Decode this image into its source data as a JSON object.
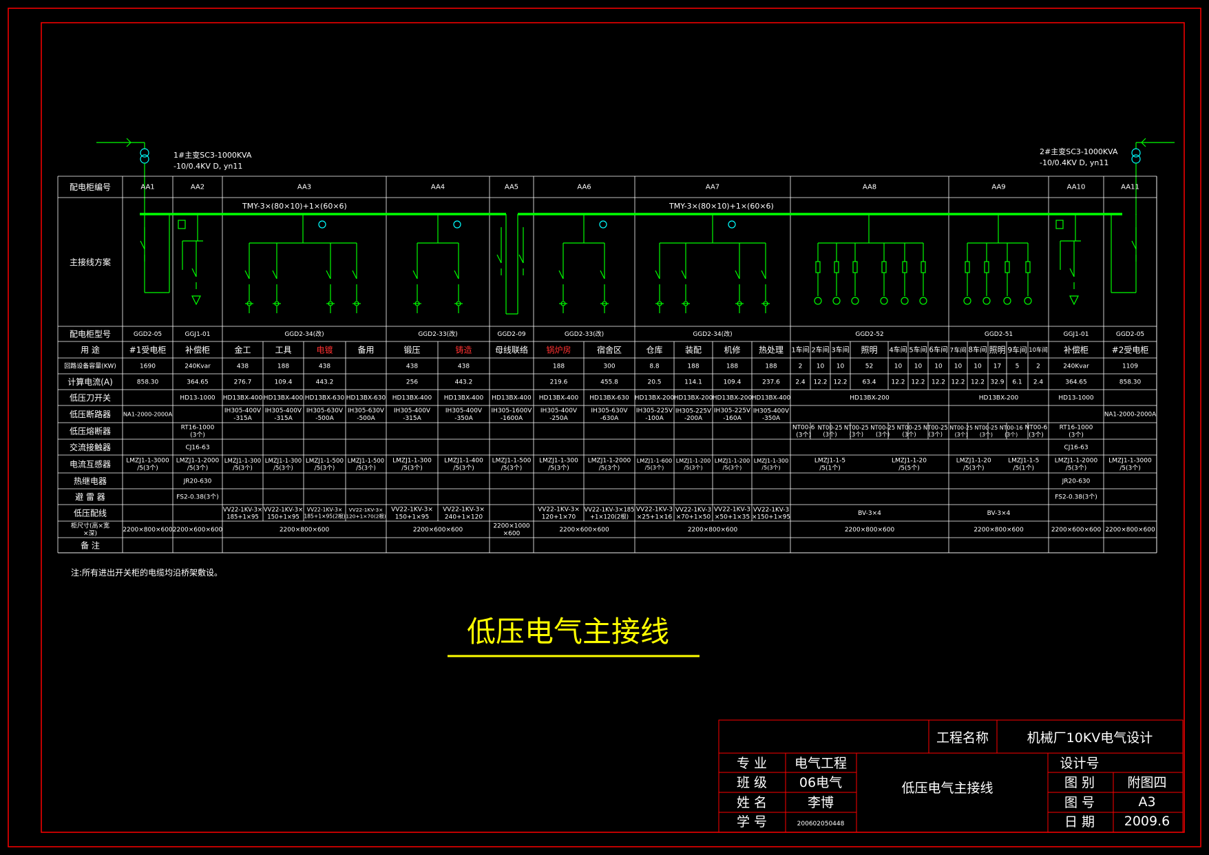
{
  "transformer_left": {
    "line1": "1#主变SC3-1000KVA",
    "line2": "-10/0.4KV D, yn11"
  },
  "transformer_right": {
    "line1": "2#主变SC3-1000KVA",
    "line2": "-10/0.4KV D, yn11"
  },
  "busbar_labels": [
    "TMY-3×(80×10)+1×(60×6)",
    "TMY-3×(80×10)+1×(60×6)"
  ],
  "table": {
    "columns": [
      {
        "id": "AA1",
        "model": "GGD2-05",
        "use": "#1受电柜",
        "use_color": "#ffffff"
      },
      {
        "id": "AA2",
        "model": "GGJ1-01",
        "use": "补偿柜",
        "use_color": "#ffffff"
      },
      {
        "id": "AA3",
        "model": "GGD2-34(改)",
        "uses": [
          "金工",
          "工具",
          "电镀",
          "备用"
        ],
        "use_colors": [
          "#ffffff",
          "#ffffff",
          "#ff3030",
          "#ffffff"
        ]
      },
      {
        "id": "AA4",
        "model": "GGD2-33(改)",
        "uses": [
          "锻压",
          "铸造"
        ],
        "use_colors": [
          "#ffffff",
          "#ff3030"
        ]
      },
      {
        "id": "AA5",
        "model": "GGD2-09",
        "use": "母线联络",
        "use_color": "#ffffff"
      },
      {
        "id": "AA6",
        "model": "GGD2-33(改)",
        "uses": [
          "锅炉房",
          "宿舍区"
        ],
        "use_colors": [
          "#ff3030",
          "#ffffff"
        ]
      },
      {
        "id": "AA7",
        "model": "GGD2-34(改)",
        "uses": [
          "仓库",
          "装配",
          "机修",
          "热处理"
        ],
        "use_colors": [
          "#ffffff",
          "#ffffff",
          "#ffffff",
          "#ffffff"
        ]
      },
      {
        "id": "AA8",
        "model": "GGD2-52",
        "uses": [
          "1车间",
          "2车间",
          "3车间",
          "照明",
          "4车间",
          "5车间",
          "6车间"
        ]
      },
      {
        "id": "AA9",
        "model": "GGD2-51",
        "uses": [
          "7车间",
          "8车间",
          "照明",
          "9车间",
          "10车间"
        ]
      },
      {
        "id": "AA10",
        "model": "GGJ1-01",
        "use": "补偿柜",
        "use_color": "#ffffff"
      },
      {
        "id": "AA11",
        "model": "GGD2-05",
        "use": "#2受电柜",
        "use_color": "#ffffff"
      }
    ],
    "row_labels": {
      "cabinet_no": "配电柜编号",
      "scheme": "主接线方案",
      "model": "配电柜型号",
      "use": "用 途",
      "capacity": "回路设备容量(KW)",
      "current": "计算电流(A)",
      "knife_switch": "低压刀开关",
      "breaker": "低压断路器",
      "fuse": "低压熔断器",
      "contactor": "交流接触器",
      "ct": "电流互感器",
      "thermal_relay": "热继电器",
      "arrester": "避 雷 器",
      "wiring": "低压配线",
      "size": "柜尺寸(高×宽×深)",
      "remark": "备 注"
    },
    "capacity": {
      "AA1": "1690",
      "AA2": "240Kvar",
      "AA3": [
        "438",
        "188",
        "438",
        ""
      ],
      "AA4": [
        "438",
        "438"
      ],
      "AA6": [
        "188",
        "300"
      ],
      "AA7": [
        "8.8",
        "188",
        "188",
        "188"
      ],
      "AA8": [
        "2",
        "10",
        "10",
        "52",
        "10",
        "10",
        "10"
      ],
      "AA9": [
        "10",
        "10",
        "17",
        "5",
        "2"
      ],
      "AA10": "240Kvar",
      "AA11": "1109"
    },
    "current": {
      "AA1": "858.30",
      "AA2": "364.65",
      "AA3": [
        "276.7",
        "109.4",
        "443.2",
        ""
      ],
      "AA4": [
        "256",
        "443.2"
      ],
      "AA6": [
        "219.6",
        "455.8"
      ],
      "AA7": [
        "20.5",
        "114.1",
        "109.4",
        "237.6"
      ],
      "AA8": [
        "2.4",
        "12.2",
        "12.2",
        "63.4",
        "12.2",
        "12.2",
        "12.2"
      ],
      "AA9": [
        "12.2",
        "12.2",
        "32.9",
        "6.1",
        "2.4"
      ],
      "AA10": "364.65",
      "AA11": "858.30"
    },
    "knife_switch": {
      "AA2": "HD13-1000",
      "AA3": [
        "HD13BX-400",
        "HD13BX-400",
        "HD13BX-630",
        "HD13BX-630"
      ],
      "AA4": [
        "HD13BX-400",
        "HD13BX-400"
      ],
      "AA5": "HD13BX-400",
      "AA6": [
        "HD13BX-400",
        "HD13BX-630"
      ],
      "AA7": [
        "HD13BX-200",
        "HD13BX-200",
        "HD13BX-200",
        "HD13BX-400"
      ],
      "AA8": "HD13BX-200",
      "AA9": "HD13BX-200",
      "AA10": "HD13-1000"
    },
    "breaker": {
      "AA1": "NA1-2000-2000A",
      "AA3": [
        "IH305-400V|-315A",
        "IH305-400V|-315A",
        "IH305-630V|-500A",
        "IH305-630V|-500A"
      ],
      "AA4": [
        "IH305-400V|-315A",
        "IH305-400V|-350A"
      ],
      "AA5": "IH305-1600V|-1600A",
      "AA6": [
        "IH305-400V|-250A",
        "IH305-630V|-630A"
      ],
      "AA7": [
        "IH305-225V|-100A",
        "IH305-225V|-200A",
        "IH305-225V|-160A",
        "IH305-400V|-350A"
      ],
      "AA11": "NA1-2000-2000A"
    },
    "fuse": {
      "AA2": "RT16-1000|(3个)",
      "AA8": [
        "NT00-6|(3个)",
        "NT00-25|(3个)",
        "NT00-25|(3个)",
        "NT00-25|(3个)",
        "NT00-25|(3个)",
        "NT00-25|(3个)"
      ],
      "AA9": [
        "NT00-25|(3个)",
        "NT00-25|(3个)",
        "NT00-16|(3个)",
        "NT00-6|(3个)"
      ],
      "AA10": "RT16-1000|(3个)"
    },
    "contactor": {
      "AA2": "CJ16-63",
      "AA10": "CJ16-63"
    },
    "ct": {
      "AA1": "LMZJ1-1-3000|/5(3个)",
      "AA2": "LMZJ1-1-2000|/5(3个)",
      "AA3": [
        "LMZJ1-1-300|/5(3个)",
        "LMZJ1-1-300|/5(3个)",
        "LMZJ1-1-500|/5(3个)",
        "LMZJ1-1-500|/5(3个)"
      ],
      "AA4": [
        "LMZJ1-1-300|/5(3个)",
        "LMZJ1-1-400|/5(3个)"
      ],
      "AA5": "LMZJ1-1-500|/5(3个)",
      "AA6": [
        "LMZJ1-1-300|/5(3个)",
        "LMZJ1-1-2000|/5(3个)"
      ],
      "AA7": [
        "LMZJ1-1-600|/5(3个)",
        "LMZJ1-1-200|/5(3个)",
        "LMZJ1-1-200|/5(3个)",
        "LMZJ1-1-300|/5(3个)"
      ],
      "AA8": [
        "LMZJ1-1-5|/5(1个)",
        "LMZJ1-1-20|/5(5个)"
      ],
      "AA9": [
        "LMZJ1-1-20|/5(3个)",
        "LMZJ1-1-5|/5(1个)"
      ],
      "AA10": "LMZJ1-1-2000|/5(3个)",
      "AA11": "LMZJ1-1-3000|/5(3个)"
    },
    "thermal_relay": {
      "AA2": "JR20-630",
      "AA10": "JR20-630"
    },
    "arrester": {
      "AA2": "FS2-0.38(3个)",
      "AA10": "FS2-0.38(3个)"
    },
    "wiring": {
      "AA3": [
        "VV22-1KV-3×|185+1×95",
        "VV22-1KV-3×|150+1×95",
        "VV22-1KV-3×|185+1×95(2根)",
        "VV22-1KV-3×|120+1×70(2根)"
      ],
      "AA4": [
        "VV22-1KV-3×|150+1×95",
        "VV22-1KV-3×|240+1×120"
      ],
      "AA6": [
        "VV22-1KV-3×|120+1×70",
        "VV22-1KV-3×185|+1×120(2根)"
      ],
      "AA7": [
        "VV22-1KV-3|×25+1×16",
        "VV22-1KV-3|×70+1×50",
        "VV22-1KV-3|×50+1×35",
        "VV22-1KV-3|×150+1×95"
      ],
      "AA8": "BV-3×4",
      "AA9": "BV-3×4"
    },
    "size": {
      "AA1": "2200×800×600",
      "AA2": "2200×600×600",
      "AA3": "2200×800×600",
      "AA4": "2200×600×600",
      "AA5": "2200×1000|×600",
      "AA6": "2200×600×600",
      "AA7": "2200×800×600",
      "AA8": "2200×800×600",
      "AA9": "2200×800×600",
      "AA10": "2200×600×600",
      "AA11": "2200×800×600"
    }
  },
  "note": "注:所有进出开关柜的电缆均沿桥架敷设。",
  "drawing_title": "低压电气主接线",
  "title_block": {
    "project_label": "工程名称",
    "project_value": "机械厂10KV电气设计",
    "major_label": "专 业",
    "major_value": "电气工程",
    "class_label": "班 级",
    "class_value": "06电气",
    "name_label": "姓 名",
    "name_value": "李博",
    "id_label": "学 号",
    "id_value": "200602050448",
    "center_title": "低压电气主接线",
    "design_no_label": "设计号",
    "category_label": "图 别",
    "category_value": "附图四",
    "sheet_label": "图 号",
    "sheet_value": "A3",
    "date_label": "日 期",
    "date_value": "2009.6"
  },
  "colors": {
    "frame": "#ff0000",
    "table": "#ffffff",
    "bus": "#00ff00",
    "scheme": "#00ff00",
    "title": "#ffff00",
    "label": "#ffffff",
    "highlight": "#ff3030",
    "device": "#00ffff"
  }
}
